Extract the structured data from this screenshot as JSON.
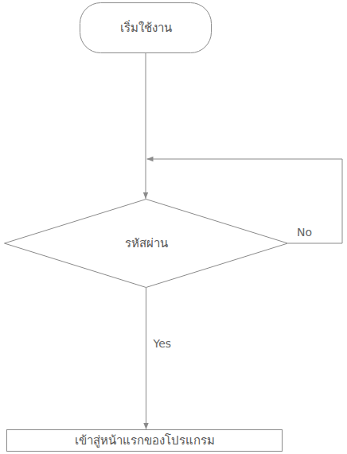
{
  "diagram": {
    "nodes": [
      {
        "text": [
          "เริ่มใช้งาน"
        ]
      },
      {
        "text": [
          "รหัสผ่าน"
        ]
      },
      {
        "text": [
          "เข้าสู่หน้าแรกของโปรแกรม"
        ]
      }
    ],
    "edges": [
      {
        "from": 0,
        "to": 1,
        "arrow": "to"
      },
      {
        "from": 1,
        "to": 1,
        "label": "No",
        "arrow": "to"
      },
      {
        "from": 1,
        "to": 2,
        "label": "Yes",
        "arrow": "to"
      }
    ]
  }
}
